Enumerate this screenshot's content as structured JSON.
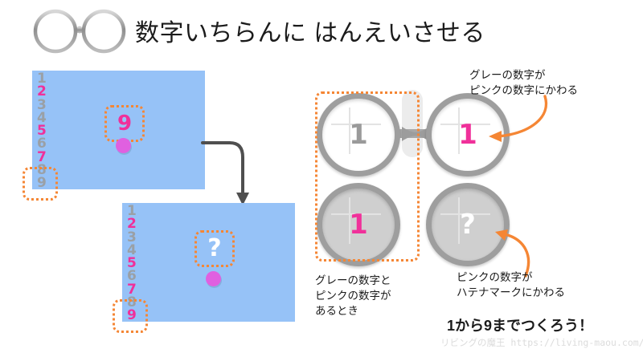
{
  "page": {
    "title": "数字いちらんに はんえいさせる",
    "logo_icon": "glasses-icon",
    "background": "#ffffff"
  },
  "colors": {
    "panel_blue": "#96c2f7",
    "pink": "#f0309a",
    "gray": "#9aa0a6",
    "orange": "#f58634",
    "dot_magenta": "#e060e0",
    "white": "#ffffff"
  },
  "panel_before": {
    "name": "before",
    "number_list": [
      {
        "value": "1",
        "color": "gray"
      },
      {
        "value": "2",
        "color": "pink"
      },
      {
        "value": "3",
        "color": "gray"
      },
      {
        "value": "4",
        "color": "gray"
      },
      {
        "value": "5",
        "color": "pink"
      },
      {
        "value": "6",
        "color": "gray"
      },
      {
        "value": "7",
        "color": "pink"
      },
      {
        "value": "8",
        "color": "gray"
      },
      {
        "value": "9",
        "color": "gray"
      }
    ],
    "highlight_center": "9",
    "highlight_center_color": "pink",
    "selected_numbers": "8 9"
  },
  "panel_after": {
    "name": "after",
    "number_list": [
      {
        "value": "1",
        "color": "gray"
      },
      {
        "value": "2",
        "color": "pink"
      },
      {
        "value": "3",
        "color": "gray"
      },
      {
        "value": "4",
        "color": "gray"
      },
      {
        "value": "5",
        "color": "pink"
      },
      {
        "value": "6",
        "color": "gray"
      },
      {
        "value": "7",
        "color": "pink"
      },
      {
        "value": "8",
        "color": "gray"
      },
      {
        "value": "9",
        "color": "pink"
      }
    ],
    "highlight_center": "?",
    "highlight_center_color": "white",
    "selected_numbers": "8 9"
  },
  "diagram": {
    "cells": [
      {
        "position": "top-left",
        "bg": "white",
        "glyph": "1",
        "glyph_color": "gray"
      },
      {
        "position": "top-right",
        "bg": "white",
        "glyph": "1",
        "glyph_color": "pink"
      },
      {
        "position": "bottom-left",
        "bg": "gray",
        "glyph": "1",
        "glyph_color": "pink"
      },
      {
        "position": "bottom-right",
        "bg": "gray",
        "glyph": "?",
        "glyph_color": "white"
      }
    ]
  },
  "annotations": {
    "top_right": "グレーの数字が\nピンクの数字にかわる",
    "bottom_right": "ピンクの数字が\nハテナマークにかわる",
    "bottom_left": "グレーの数字と\nピンクの数字が\nあるとき"
  },
  "footer": {
    "cta": "1から9までつくろう！",
    "watermark": "リビングの魔王 https://living-maou.com/"
  }
}
